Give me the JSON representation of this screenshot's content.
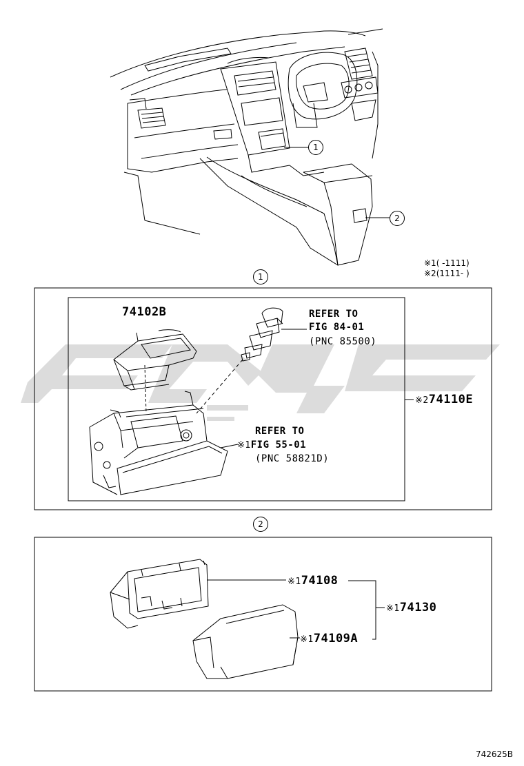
{
  "overview": {
    "callout_1": "1",
    "callout_2": "2",
    "notes": [
      "※1(      -1111)",
      "※2(1111-      )"
    ]
  },
  "section_1": {
    "callout": "1",
    "part_74102b": "74102B",
    "refer1": {
      "line1": "REFER TO",
      "line2": "FIG 84-01",
      "line3": "(PNC 85500)"
    },
    "refer2": {
      "mark": "※1",
      "line1": "REFER TO",
      "line2": "FIG 55-01",
      "line3": "(PNC 58821D)"
    },
    "assembly": {
      "mark": "※2",
      "number": "74110E"
    }
  },
  "section_2": {
    "callout": "2",
    "part_74108": {
      "mark": "※1",
      "number": "74108"
    },
    "part_74109a": {
      "mark": "※1",
      "number": "74109A"
    },
    "part_74130": {
      "mark": "※1",
      "number": "74130"
    }
  },
  "footer": {
    "code": "742625B"
  }
}
